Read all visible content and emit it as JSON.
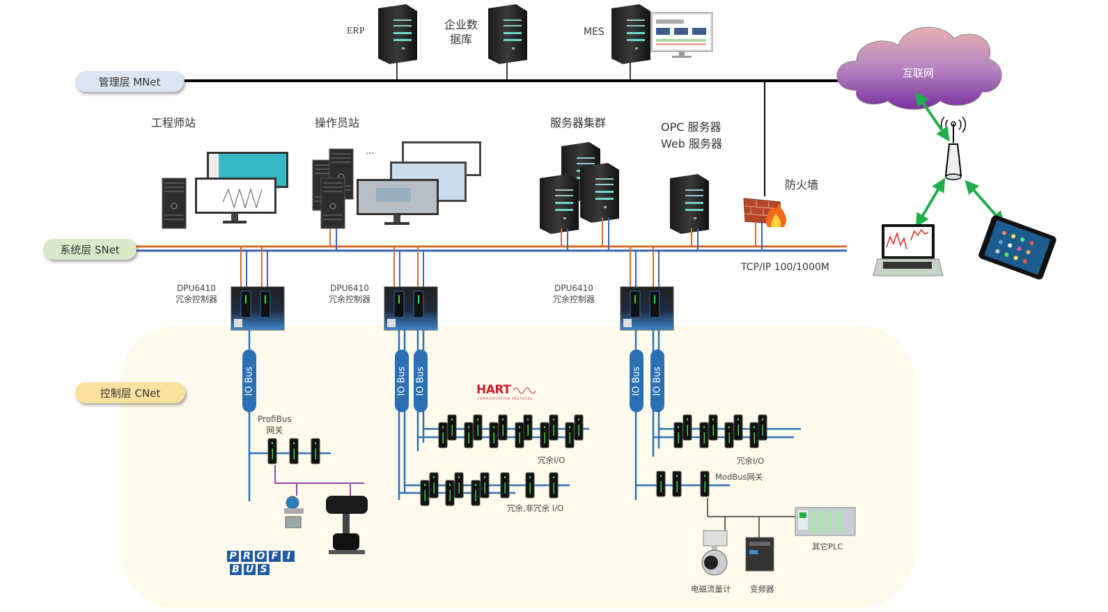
{
  "layers": {
    "mnet": "管理层 MNet",
    "snet": "系统层 SNet",
    "cnet": "控制层 CNet"
  },
  "management": {
    "erp": "ERP",
    "database": [
      "企业数",
      "据库"
    ],
    "mes": "MES",
    "internet": "互联网"
  },
  "system": {
    "engineer_station": "工程师站",
    "operator_station": "操作员站",
    "ellipsis": "...",
    "server_cluster": "服务器集群",
    "opc_server": "OPC 服务器",
    "web_server": "Web 服务器",
    "firewall": "防火墙",
    "tcpip": "TCP/IP 100/1000M"
  },
  "controllers": [
    {
      "model": "DPU6410",
      "desc": "冗余控制器"
    },
    {
      "model": "DPU6410",
      "desc": "冗余控制器"
    },
    {
      "model": "DPU6410",
      "desc": "冗余控制器"
    }
  ],
  "control": {
    "io_bus": "IO Bus",
    "profibus_gateway": [
      "ProfiBus",
      "网关"
    ],
    "hart_logo": "HART",
    "hart_sub": "COMMUNICATION PROTOCOL",
    "redundant_io_1": "冗余I/O",
    "mixed_io": "冗余,非冗余 I/O",
    "redundant_io_2": "冗余I/O",
    "modbus_gateway": "ModBus网关",
    "flowmeter": "电磁流量计",
    "inverter": "变频器",
    "other_plc": "其它PLC",
    "profibus_logo_top": [
      "P",
      "R",
      "O",
      "F",
      "I"
    ],
    "profibus_logo_bottom": [
      "B",
      "U",
      "S"
    ]
  },
  "colors": {
    "mnet_line": "#000000",
    "snet_orange": "#d36b2a",
    "snet_blue": "#3a62b4",
    "io_bus": "#2b6fb5",
    "profibus_purple": "#8e44ad",
    "wireless_arrow": "#1fae4b",
    "cnet_zone": "#fefbec"
  }
}
